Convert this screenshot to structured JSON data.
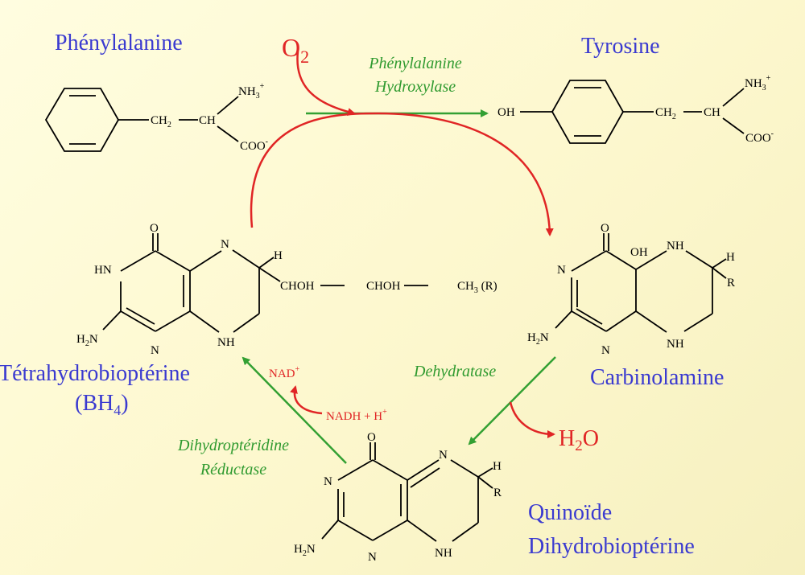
{
  "compounds": {
    "phenylalanine": "Phénylalanine",
    "tyrosine": "Tyrosine",
    "tetrahydro_line1": "Tétrahydrobioptérine",
    "tetrahydro_line2_main": "(BH",
    "tetrahydro_line2_sub": "4",
    "tetrahydro_line2_end": ")",
    "carbinolamine": "Carbinolamine",
    "quinoide_line1": "Quinoïde",
    "quinoide_line2": "Dihydrobioptérine"
  },
  "enzymes": {
    "hydroxylase_line1": "Phénylalanine",
    "hydroxylase_line2": "Hydroxylase",
    "dehydratase": "Dehydratase",
    "reductase_line1": "Dihydroptéridine",
    "reductase_line2": "Réductase"
  },
  "cofactors": {
    "o2_main": "O",
    "o2_sub": "2",
    "h2o_h": "H",
    "h2o_sub": "2",
    "h2o_o": "O",
    "nad": "NAD",
    "nad_sup": "+",
    "nadh": "NADH + H",
    "nadh_sup": "+"
  },
  "atoms": {
    "nh3": "NH",
    "nh3_sub": "3",
    "plus": "+",
    "ch2": "CH",
    "ch2_sub": "2",
    "ch": "CH",
    "coo": "COO",
    "minus": "-",
    "oh": "OH",
    "o": "O",
    "hn": "HN",
    "h2n_h": "H",
    "h2n_sub": "2",
    "h2n_n": "N",
    "n": "N",
    "nh": "NH",
    "h": "H",
    "r": "R",
    "chain_choh_1": "CHOH",
    "chain_choh_2": "CHOH",
    "chain_ch3": "CH",
    "chain_ch3_sub": "3",
    "chain_r": " (R)"
  },
  "colors": {
    "compound_label": "#3a3ad0",
    "enzyme_label": "#2f9a2f",
    "cofactor": "#e02525",
    "background": "#fdf8cf"
  }
}
